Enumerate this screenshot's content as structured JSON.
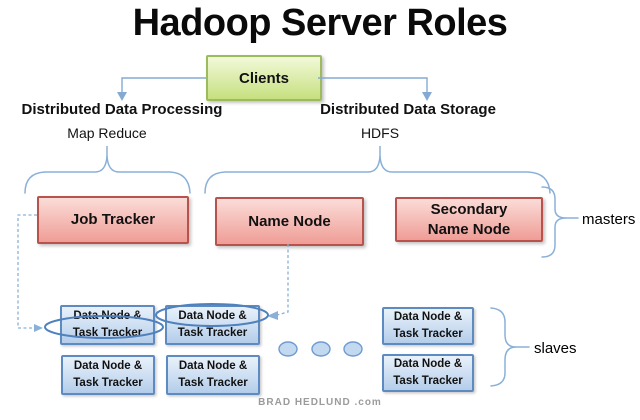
{
  "title": "Hadoop Server Roles",
  "clients": {
    "label": "Clients"
  },
  "processing": {
    "heading": "Distributed Data Processing",
    "sub": "Map Reduce"
  },
  "storage": {
    "heading": "Distributed Data Storage",
    "sub": "HDFS"
  },
  "masters": {
    "job_tracker": "Job Tracker",
    "name_node": "Name Node",
    "secondary_name_node": "Secondary Name Node",
    "brace_label": "masters"
  },
  "slaves": {
    "node_label_line1": "Data Node &",
    "node_label_line2": "Task Tracker",
    "brace_label": "slaves",
    "ellipsis_dots": 3
  },
  "footer": {
    "credit": "BRAD HEDLUND .com"
  },
  "colors": {
    "clients_fill_top": "#f2f9d9",
    "clients_fill_bottom": "#c6e07f",
    "clients_border": "#9cba5e",
    "master_fill_top": "#fbdcd8",
    "master_fill_bottom": "#ef9d96",
    "master_border": "#b8524c",
    "slave_fill_top": "#e9f2fb",
    "slave_fill_bottom": "#b4cdea",
    "slave_border": "#5e8ac2",
    "connector_blue": "#84aad3",
    "highlight_oval_blue": "#4f81bd",
    "text_black": "#0a0a0a",
    "credit_gray": "#9b9b9b"
  }
}
